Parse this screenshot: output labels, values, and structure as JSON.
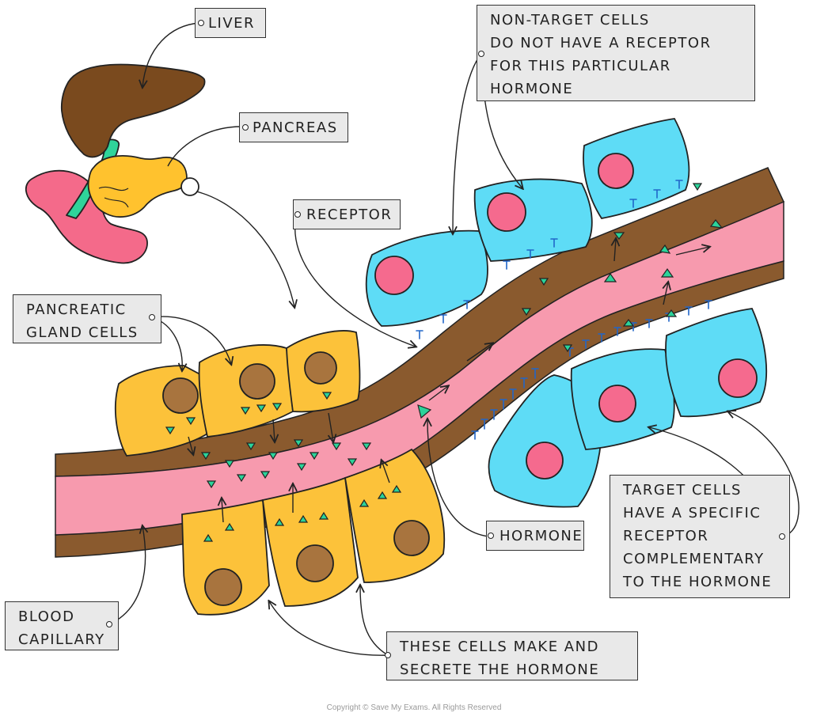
{
  "labels": {
    "liver": "LIVER",
    "pancreas": "PANCREAS",
    "non_target": "NON-TARGET  CELLS\nDO  NOT  HAVE  A  RECEPTOR\nFOR  THIS  PARTICULAR\nHORMONE",
    "receptor": "RECEPTOR",
    "pancreatic_gland_cells": "PANCREATIC\nGLAND  CELLS",
    "hormone": "HORMONE",
    "target_cells": "TARGET  CELLS\nHAVE  A  SPECIFIC\nRECEPTOR\nCOMPLEMENTARY\nTO  THE  HORMONE",
    "blood_capillary": "BLOOD\nCAPILLARY",
    "secrete": "THESE  CELLS  MAKE  AND\nSECRETE  THE  HORMONE"
  },
  "copyright": "Copyright © Save My Exams. All Rights Reserved",
  "colors": {
    "liver": "#7a4a1e",
    "bile_duct": "#2fd49a",
    "pancreas": "#ffc22e",
    "duodenum": "#f46a8a",
    "vessel_wall": "#8a5a2e",
    "blood": "#f79aae",
    "gland_cell": "#fcc23a",
    "gland_nucleus": "#a8743e",
    "target_cell": "#5edcf6",
    "target_nucleus": "#f56a8e",
    "hormone": "#2bd39a",
    "receptor": "#2166c9"
  }
}
